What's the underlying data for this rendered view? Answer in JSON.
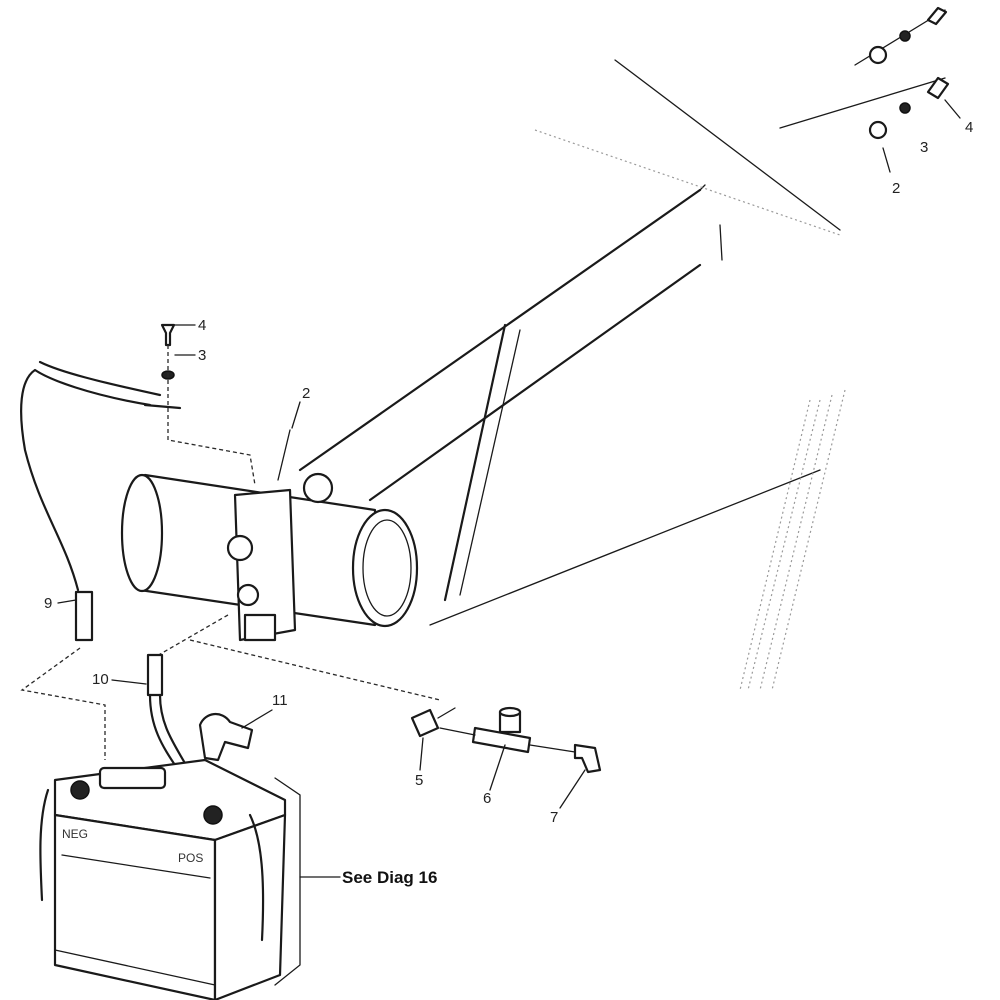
{
  "callouts": {
    "top_2": "2",
    "top_3": "3",
    "top_4": "4",
    "left_4": "4",
    "left_3": "3",
    "pump_2": "2",
    "num_9": "9",
    "num_10": "10",
    "num_11": "11",
    "num_5": "5",
    "num_6": "6",
    "num_7": "7"
  },
  "battery": {
    "neg_label": "NEG",
    "pos_label": "POS"
  },
  "reference": {
    "label": "See Diag 16"
  }
}
